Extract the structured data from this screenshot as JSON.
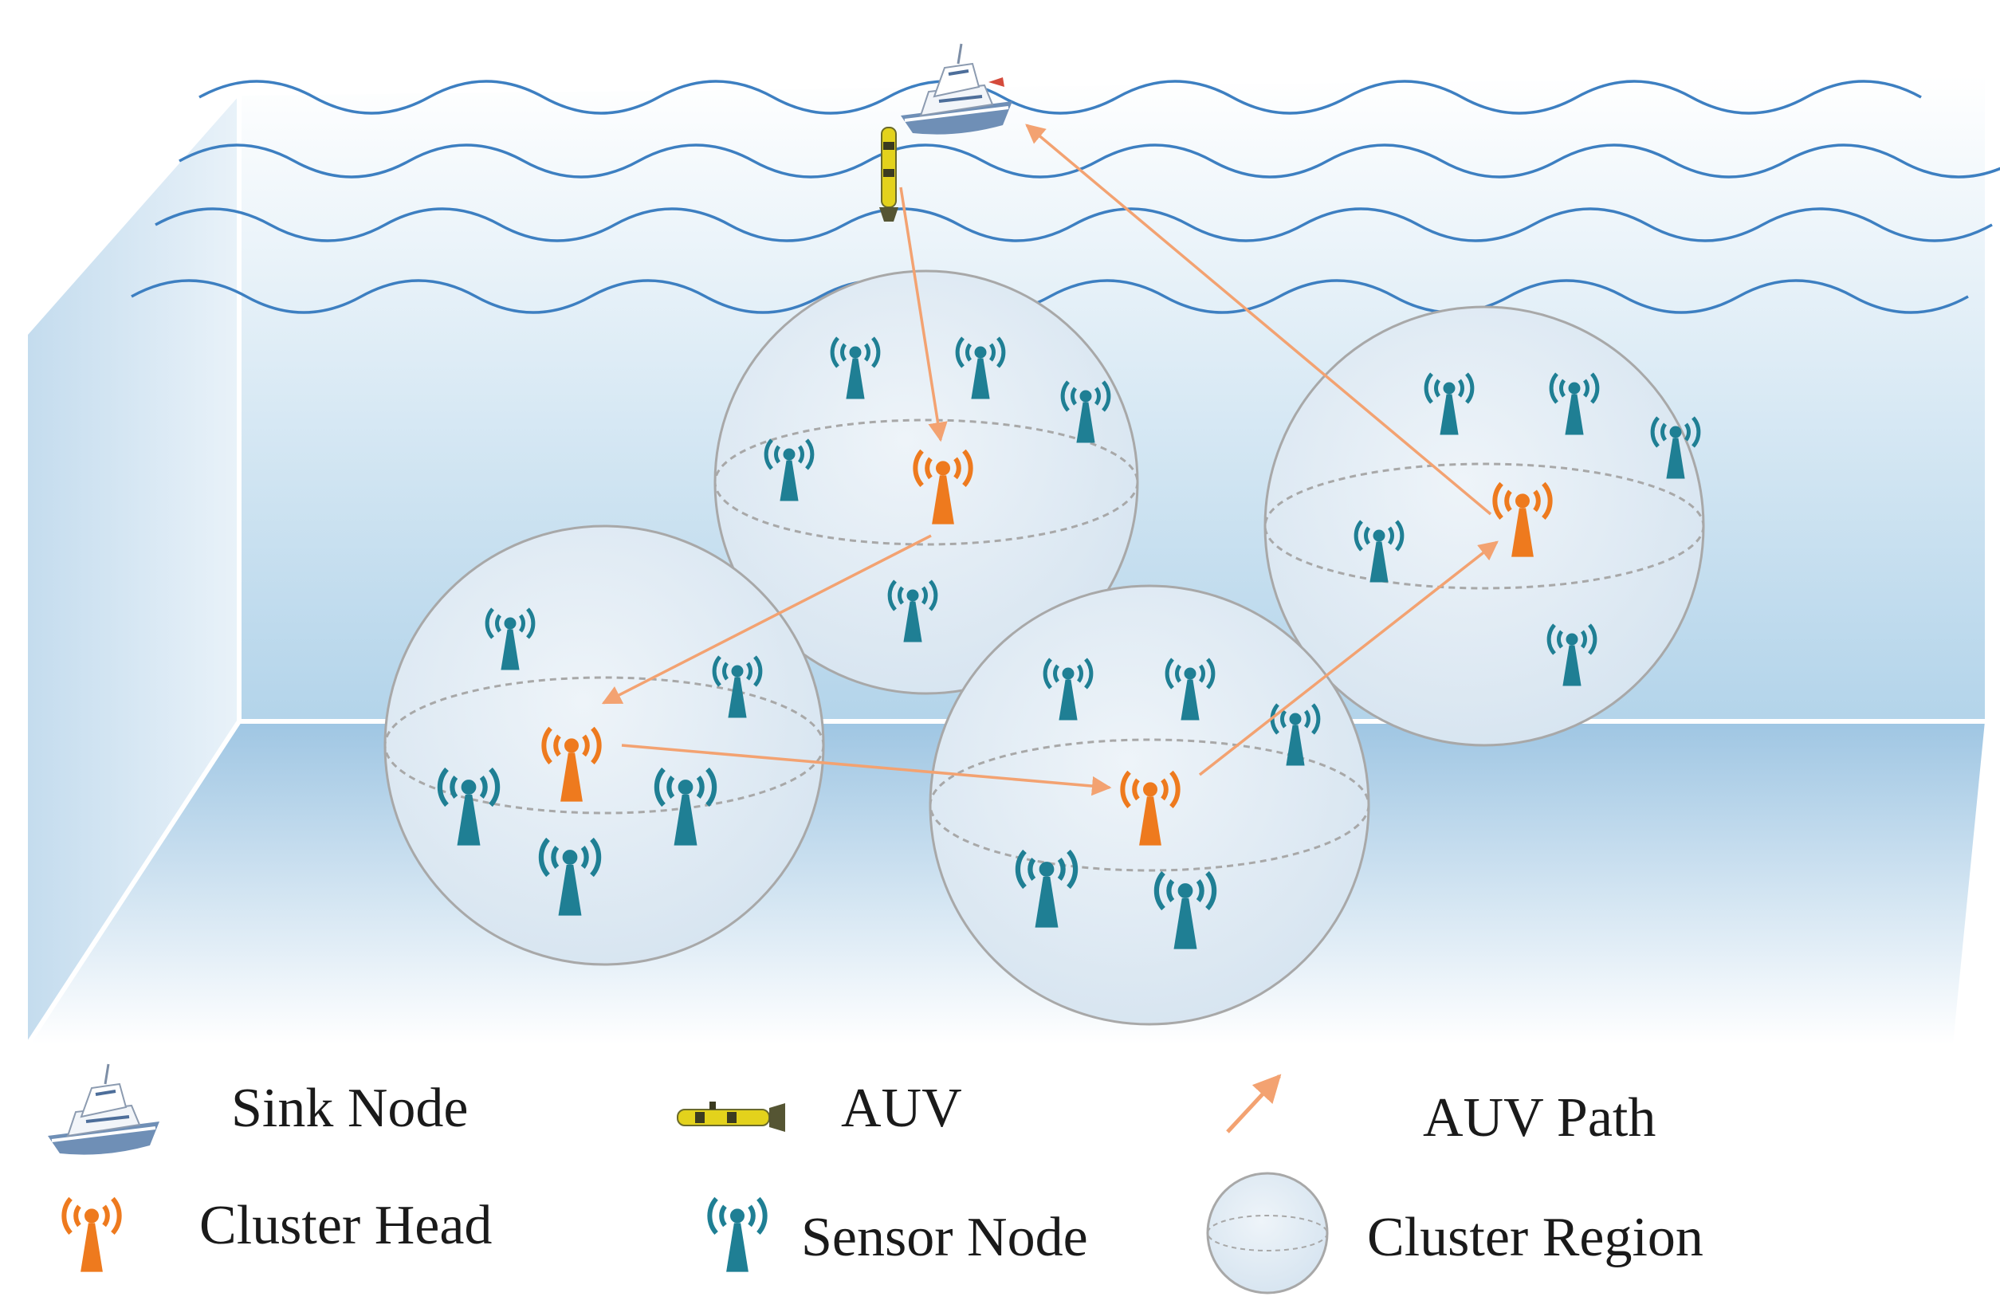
{
  "colors": {
    "water_top": "#ffffff",
    "water_bottom": "#a9cde6",
    "wave": "#3d7fc1",
    "sphere_fill": "#e4edf5",
    "sphere_stroke": "#a8a8a8",
    "cluster_head": "#ee7a1e",
    "sensor_node": "#1f7f94",
    "auv_path": "#f3a271",
    "ship_hull": "#6f8fb6",
    "auv_body": "#e3d21c"
  },
  "legend": {
    "sink_node": {
      "label": "Sink Node",
      "icon": "ship-icon"
    },
    "auv": {
      "label": "AUV",
      "icon": "auv-icon"
    },
    "auv_path": {
      "label": "AUV Path",
      "icon": "arrow-icon"
    },
    "cluster_head": {
      "label": "Cluster Head",
      "icon": "orange-tower-icon"
    },
    "sensor_node": {
      "label": "Sensor Node",
      "icon": "teal-tower-icon"
    },
    "cluster_region": {
      "label": "Cluster Region",
      "icon": "sphere-icon"
    }
  }
}
